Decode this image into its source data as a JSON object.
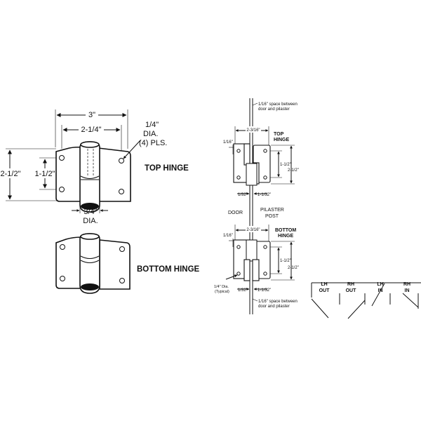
{
  "left_view": {
    "dims": {
      "overall_width": "3\"",
      "hole_spacing_width": "2-1/4\"",
      "overall_height": "2-1/2\"",
      "hole_spacing_height": "1-1/2\"",
      "hole_dia_line1": "1/4\"",
      "hole_dia_line2": "DIA.",
      "hole_dia_line3": "(4) PLS.",
      "barrel_dia_line1": "3/4\"",
      "barrel_dia_line2": "DIA."
    },
    "top_hinge_label": "TOP HINGE",
    "bottom_hinge_label": "BOTTOM HINGE"
  },
  "right_view": {
    "top_note_line1": "1/16\" space between",
    "top_note_line2": "door and pilaster",
    "top": {
      "width": "2-3/16\"",
      "offset": "1/16\"",
      "label_line1": "TOP",
      "label_line2": "HINGE",
      "hole_spacing": "1-1/2\"",
      "height": "2-1/2\"",
      "left_edge": "1/32\"",
      "right_edge": "1-1/32\""
    },
    "door_label": "DOOR",
    "pilaster_line1": "PILASTER",
    "pilaster_line2": "POST",
    "bottom": {
      "width": "2-3/16\"",
      "offset": "1/16\"",
      "label_line1": "BOTTOM",
      "label_line2": "HINGE",
      "hole_spacing": "1-1/2\"",
      "height": "2-1/2\"",
      "left_edge": "1/32\"",
      "right_edge": "1-1/32\"",
      "hole_note_line1": "1/4\" Dia.",
      "hole_note_line2": "(Typical)"
    },
    "bottom_note_line1": "1/16\" space between",
    "bottom_note_line2": "door and pilaster"
  },
  "swing_legend": [
    {
      "line1": "LH",
      "line2": "OUT"
    },
    {
      "line1": "RH",
      "line2": "OUT"
    },
    {
      "line1": "LH",
      "line2": "IN"
    },
    {
      "line1": "RH",
      "line2": "IN"
    }
  ]
}
